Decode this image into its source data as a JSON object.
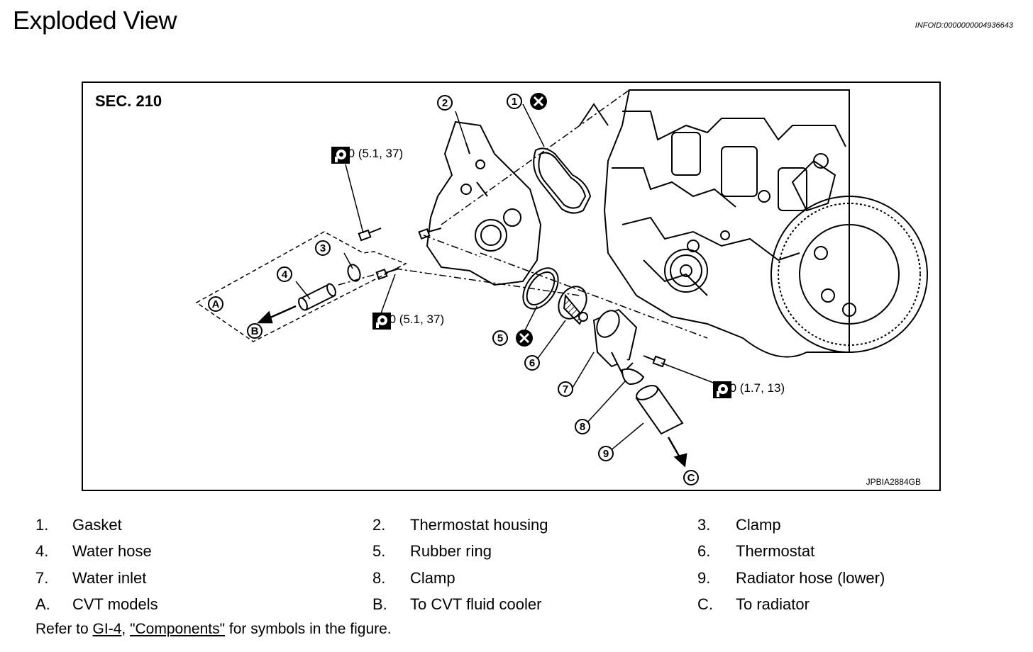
{
  "page_title": "Exploded View",
  "info_id": "INFOID:0000000004936643",
  "figure": {
    "section": "SEC. 210",
    "figure_id": "JPBIA2884GB",
    "callouts": [
      "1",
      "2",
      "3",
      "4",
      "5",
      "6",
      "7",
      "8",
      "9"
    ],
    "letter_callouts": [
      "A",
      "B",
      "C"
    ],
    "torques": {
      "t1": "50.0 (5.1, 37)",
      "t2": "50.0 (5.1, 37)",
      "t3": "17.0 (1.7, 13)"
    }
  },
  "legend": [
    {
      "num": "1.",
      "label": "Gasket"
    },
    {
      "num": "2.",
      "label": "Thermostat housing"
    },
    {
      "num": "3.",
      "label": "Clamp"
    },
    {
      "num": "4.",
      "label": "Water hose"
    },
    {
      "num": "5.",
      "label": "Rubber ring"
    },
    {
      "num": "6.",
      "label": "Thermostat"
    },
    {
      "num": "7.",
      "label": "Water inlet"
    },
    {
      "num": "8.",
      "label": "Clamp"
    },
    {
      "num": "9.",
      "label": "Radiator hose (lower)"
    },
    {
      "num": "A.",
      "label": "CVT models"
    },
    {
      "num": "B.",
      "label": "To CVT fluid cooler"
    },
    {
      "num": "C.",
      "label": "To radiator"
    }
  ],
  "note": {
    "prefix": "Refer to ",
    "link_code": "GI-4",
    "sep": ", ",
    "link_text": "\"Components\"",
    "suffix": " for symbols in the figure."
  }
}
